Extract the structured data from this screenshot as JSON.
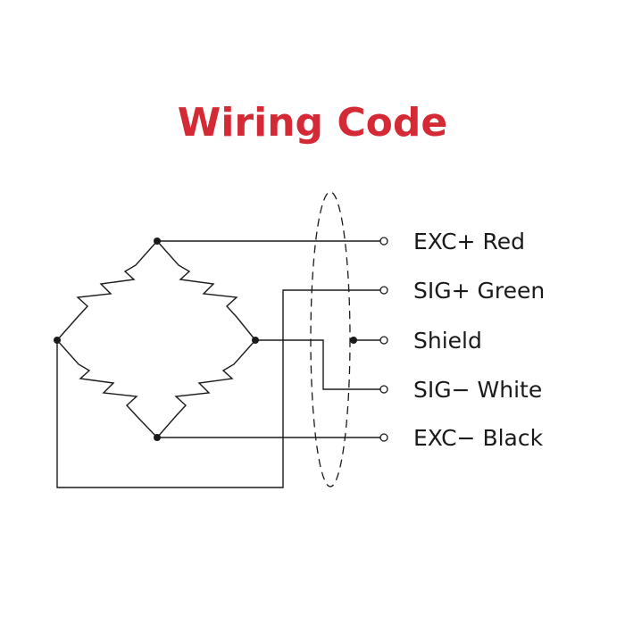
{
  "title": {
    "text": "Wiring Code",
    "color": "#d42a36"
  },
  "wires": [
    {
      "label": "EXC+ Red"
    },
    {
      "label": "SIG+ Green"
    },
    {
      "label": "Shield"
    },
    {
      "label": "SIG− White"
    },
    {
      "label": "EXC− Black"
    }
  ],
  "icons": {
    "resistor": "zigzag-resistor-icon",
    "terminal": "open-circle-terminal-icon",
    "junction": "filled-dot-junction-icon"
  }
}
